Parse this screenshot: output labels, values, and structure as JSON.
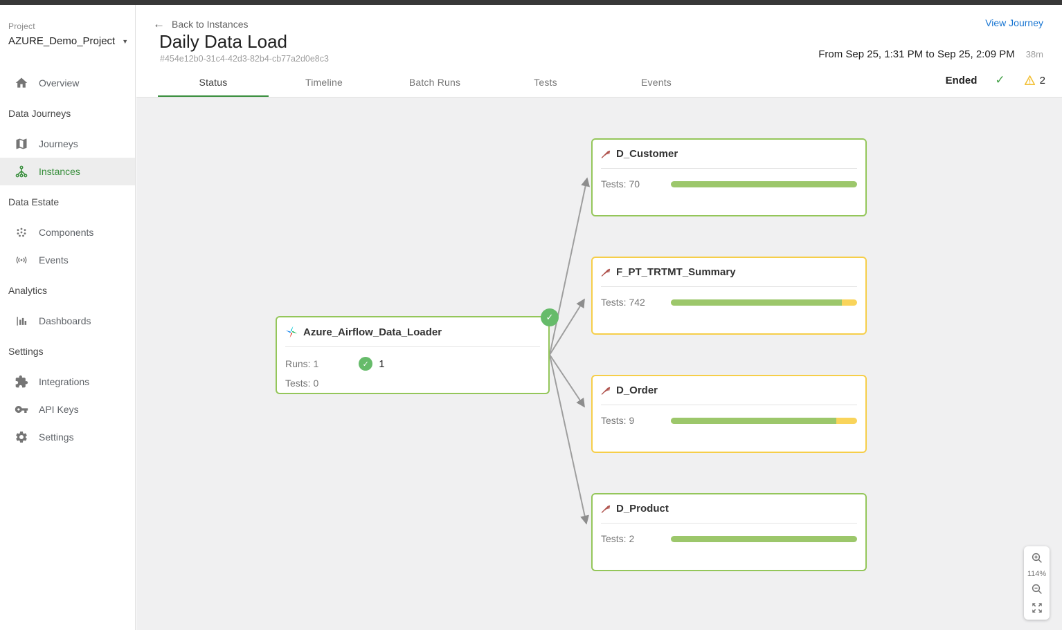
{
  "sidebar": {
    "project_label": "Project",
    "project_name": "AZURE_Demo_Project",
    "sections": [
      {
        "header": "",
        "items": [
          {
            "label": "Overview"
          }
        ]
      },
      {
        "header": "Data Journeys",
        "items": [
          {
            "label": "Journeys"
          },
          {
            "label": "Instances",
            "active": true
          }
        ]
      },
      {
        "header": "Data Estate",
        "items": [
          {
            "label": "Components"
          },
          {
            "label": "Events"
          }
        ]
      },
      {
        "header": "Analytics",
        "items": [
          {
            "label": "Dashboards"
          }
        ]
      },
      {
        "header": "Settings",
        "items": [
          {
            "label": "Integrations"
          },
          {
            "label": "API Keys"
          },
          {
            "label": "Settings"
          }
        ]
      }
    ]
  },
  "header": {
    "back_label": "Back to Instances",
    "title": "Daily Data Load",
    "instance_id": "#454e12b0-31c4-42d3-82b4-cb77a2d0e8c3",
    "view_journey_label": "View Journey",
    "time_range": "From Sep 25, 1:31 PM to Sep 25, 2:09 PM",
    "duration": "38m",
    "status_label": "Ended",
    "warning_count": "2",
    "tabs": [
      {
        "label": "Status",
        "active": true
      },
      {
        "label": "Timeline"
      },
      {
        "label": "Batch Runs"
      },
      {
        "label": "Tests"
      },
      {
        "label": "Events"
      }
    ]
  },
  "graph": {
    "root_node": {
      "name": "Azure_Airflow_Data_Loader",
      "runs_label": "Runs: 1",
      "runs_success_count": "1",
      "tests_label": "Tests: 0",
      "state": "ok"
    },
    "nodes": [
      {
        "name": "D_Customer",
        "tests_label": "Tests: 70",
        "state": "ok",
        "pass_pct": 100
      },
      {
        "name": "F_PT_TRTMT_Summary",
        "tests_label": "Tests: 742",
        "state": "warn",
        "pass_pct": 92
      },
      {
        "name": "D_Order",
        "tests_label": "Tests: 9",
        "state": "warn",
        "pass_pct": 89
      },
      {
        "name": "D_Product",
        "tests_label": "Tests: 2",
        "state": "ok",
        "pass_pct": 100
      }
    ]
  },
  "zoom_controls": {
    "level": "114%"
  },
  "colors": {
    "accent-green": "#388e3c",
    "node-green": "#94c65a",
    "node-yellow": "#f6ce49",
    "bar-green": "#9cc76b",
    "bar-yellow": "#f9d45b",
    "badge-green": "#66bb6a",
    "warning-yellow": "#f2c037",
    "link-blue": "#1976d2",
    "edge-gray": "#9e9e9e"
  }
}
